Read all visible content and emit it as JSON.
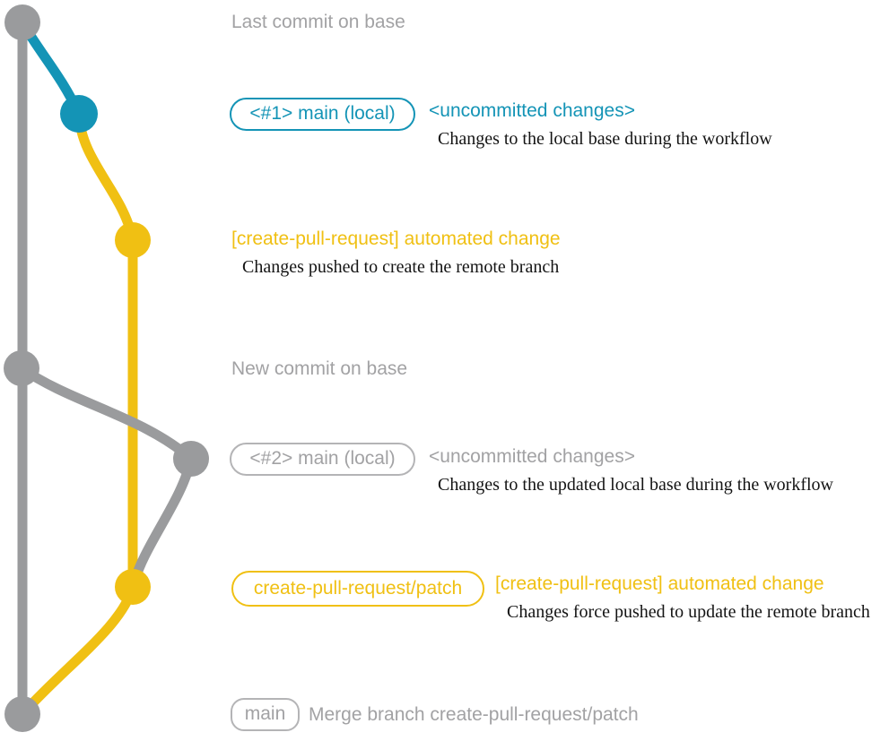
{
  "colors": {
    "teal": "#1494b6",
    "yellow": "#f0c013",
    "gray_line": "#9a9b9d",
    "gray_text": "#a2a2a4",
    "desc_text": "#141414"
  },
  "graph": {
    "type": "git-branch-diagram",
    "nodes": [
      {
        "name": "base-head-commit",
        "color": "gray"
      },
      {
        "name": "local-main-commit-1",
        "color": "teal"
      },
      {
        "name": "remote-branch-commit-1",
        "color": "yellow"
      },
      {
        "name": "new-base-commit",
        "color": "gray"
      },
      {
        "name": "local-main-commit-2",
        "color": "gray"
      },
      {
        "name": "remote-branch-commit-2",
        "color": "yellow"
      },
      {
        "name": "merge-commit",
        "color": "gray"
      }
    ]
  },
  "annotations": {
    "last_commit_title": "Last commit on base",
    "row1_badge": "<#1> main (local)",
    "row1_heading": "<uncommitted changes>",
    "row1_desc": "Changes to the local base during the workflow",
    "row2_heading": "[create-pull-request] automated change",
    "row2_desc": "Changes pushed to create the remote branch",
    "new_commit_title": "New commit on base",
    "row3_badge": "<#2> main (local)",
    "row3_heading": "<uncommitted changes>",
    "row3_desc": "Changes to the updated local base during the workflow",
    "row4_badge": "create-pull-request/patch",
    "row4_heading": "[create-pull-request] automated change",
    "row4_desc": "Changes force pushed to update the remote branch",
    "row5_badge": "main",
    "row5_text": "Merge branch create-pull-request/patch"
  }
}
